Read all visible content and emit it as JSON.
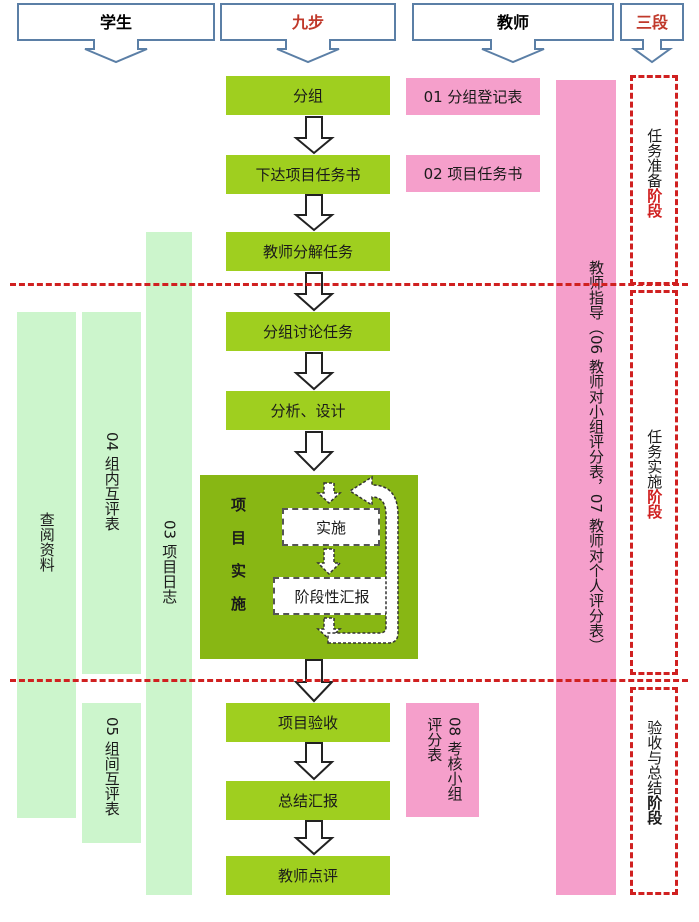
{
  "headers": {
    "student": "学生",
    "nine_steps": "九步",
    "teacher": "教师",
    "three_stages": "三段"
  },
  "steps": [
    "分组",
    "下达项目任务书",
    "教师分解任务",
    "分组讨论任务",
    "分析、设计",
    "项目验收",
    "总结汇报",
    "教师点评"
  ],
  "project_impl": {
    "label": "项目实施",
    "sub1": "实施",
    "sub2": "阶段性汇报"
  },
  "docs": {
    "d01": "01 分组登记表",
    "d02": "02 项目任务书",
    "d08": "08 考核小组评分表"
  },
  "teacher_strip": "教师指导（06 教师对小组评分表，07 教师对个人评分表）",
  "student_strips": {
    "lookup": "查阅资料",
    "group_inner": "04 组内互评表",
    "group_between": "05 组间互评表",
    "project_log": "03 项目日志"
  },
  "stages": {
    "s1_prefix": "任务准备",
    "s1_suffix": "阶段",
    "s2_prefix": "任务实施",
    "s2_suffix": "阶段",
    "s3_prefix": "验收与总结",
    "s3_suffix": "阶段"
  },
  "colors": {
    "step_green": "#9fcf1f",
    "impl_green": "#88b714",
    "doc_pink": "#f59fcb",
    "strip_green": "#ccf5cc",
    "stage_red": "#d02020",
    "header_blue": "#5b7fa6"
  }
}
